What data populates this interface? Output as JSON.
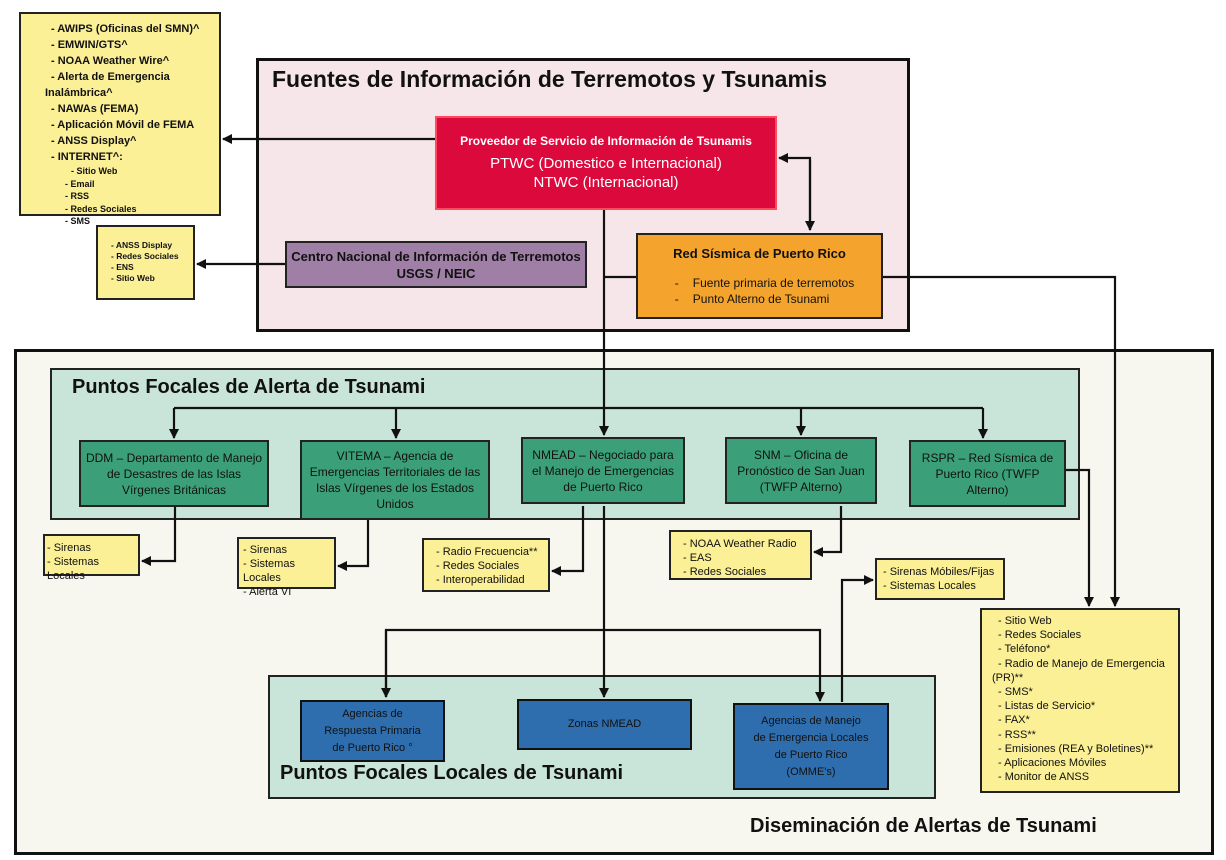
{
  "titles": {
    "sources": "Fuentes de Información de Terremotos y Tsunamis",
    "focal_points": "Puntos Focales de Alerta de Tsunami",
    "local_focal_points": "Puntos Focales Locales de Tsunami",
    "dissemination": "Diseminación de Alertas de Tsunami"
  },
  "sources": {
    "ptwc": {
      "header": "Proveedor de Servicio de Información de Tsunamis",
      "line1": "PTWC (Domestico e Internacional)",
      "line2": "NTWC (Internacional)"
    },
    "neic": {
      "line1": "Centro Nacional de Información de Terremotos",
      "line2": "USGS / NEIC"
    },
    "rspr": {
      "header": "Red Sísmica de Puerto Rico",
      "items": [
        "Fuente primaria de terremotos",
        "Punto Alterno de Tsunami"
      ],
      "dash": "-"
    }
  },
  "ptwc_outputs": {
    "items": [
      "- AWIPS (Oficinas del SMN)^",
      "- EMWIN/GTS^",
      "- NOAA Weather Wire^",
      "- Alerta de Emergencia",
      "Inalámbrica^",
      "- NAWAs (FEMA)",
      "- Aplicación Móvil de FEMA",
      "- ANSS Display^",
      "- INTERNET^:"
    ],
    "internet_items": [
      "- Sitio Web",
      "- Email",
      "- RSS",
      "- Redes Sociales",
      "- SMS"
    ]
  },
  "neic_outputs": {
    "items": [
      "- ANSS Display",
      "- Redes Sociales",
      "- ENS",
      "- Sitio Web"
    ]
  },
  "focal_points": [
    {
      "name": "DDM – Departamento de Manejo de Desastres de las Islas Vírgenes Británicas"
    },
    {
      "name": "VITEMA – Agencia de Emergencias Territoriales de las Islas Vírgenes de los Estados Unidos"
    },
    {
      "name": "NMEAD – Negociado para el Manejo de Emergencias de Puerto Rico"
    },
    {
      "name": "SNM – Oficina de Pronóstico de San Juan (TWFP Alterno)"
    },
    {
      "name": "RSPR – Red Sísmica de Puerto Rico (TWFP Alterno)"
    }
  ],
  "outputs": {
    "ddm": [
      "- Sirenas",
      "- Sistemas Locales"
    ],
    "vitema": [
      "- Sirenas",
      "- Sistemas Locales",
      "- Alerta VI"
    ],
    "nmead": [
      "- Radio Frecuencia**",
      "- Redes Sociales",
      "- Interoperabilidad"
    ],
    "snm": [
      "- NOAA Weather Radio",
      "- EAS",
      "- Redes Sociales"
    ],
    "omme": [
      "- Sirenas Móbiles/Fijas",
      "- Sistemas Locales"
    ],
    "rspr": [
      "- Sitio Web",
      "- Redes Sociales",
      "- Teléfono*",
      "- Radio de Manejo de Emergencia",
      "(PR)**",
      "- SMS*",
      "- Listas de Servicio*",
      "- FAX*",
      "- RSS**",
      "- Emisiones (REA y Boletines)**",
      "- Aplicaciones Móviles",
      "- Monitor de ANSS"
    ]
  },
  "local_focal_points": [
    {
      "lines": [
        "Agencias de",
        "Respuesta Primaria",
        "de Puerto Rico °"
      ]
    },
    {
      "lines": [
        "Zonas NMEAD"
      ]
    },
    {
      "lines": [
        "Agencias de Manejo",
        "de Emergencia Locales",
        "de Puerto Rico",
        "(OMME's)"
      ]
    }
  ],
  "colors": {
    "ptwc": "#dc0a3c",
    "neic": "#a07fa7",
    "rspr_source": "#f4a42c",
    "focal_green": "#3ba07a",
    "local_blue": "#2e6eae",
    "output_yellow": "#fbf096",
    "sources_bg": "#f6e6ea",
    "focal_bg": "#c9e5da",
    "dissem_bg": "#f8f7ef"
  }
}
